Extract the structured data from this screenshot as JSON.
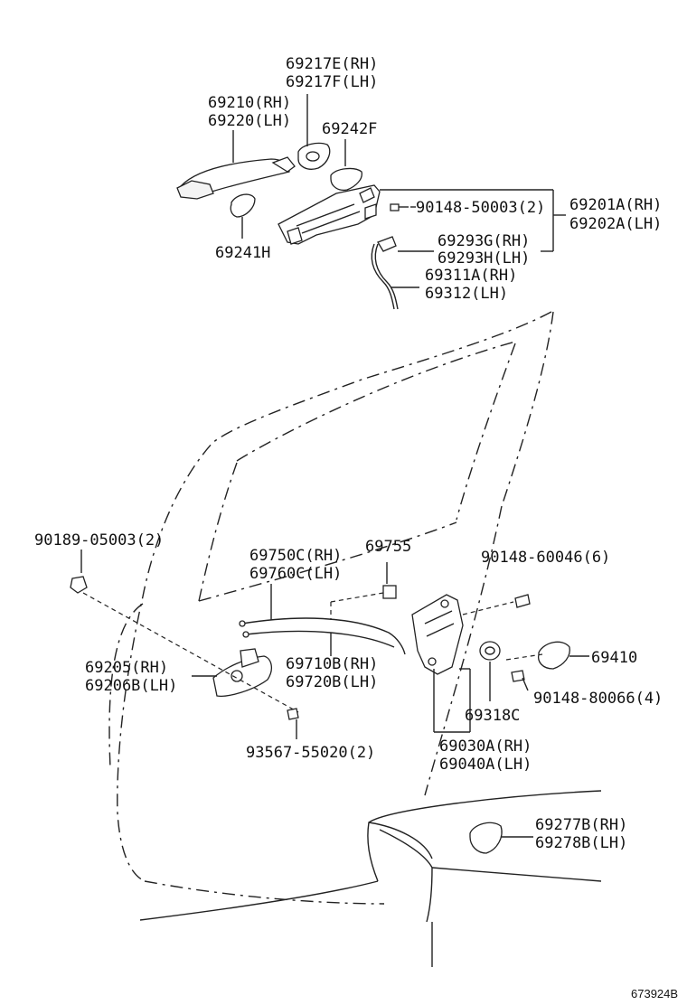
{
  "labels": {
    "p69217e": "69217E(RH)",
    "p69217f": "69217F(LH)",
    "p69210": "69210(RH)",
    "p69220": "69220(LH)",
    "p69242f": "69242F",
    "p90148_50003": "90148-50003(2)",
    "p69201a": "69201A(RH)",
    "p69202a": "69202A(LH)",
    "p69241h": "69241H",
    "p69293g": "69293G(RH)",
    "p69293h": "69293H(LH)",
    "p69311a": "69311A(RH)",
    "p69312": "69312(LH)",
    "p90189": "90189-05003(2)",
    "p69750c": "69750C(RH)",
    "p69760c": "69760C(LH)",
    "p69755": "69755",
    "p90148_60046": "90148-60046(6)",
    "p69205": "69205(RH)",
    "p69206b": "69206B(LH)",
    "p69710b": "69710B(RH)",
    "p69720b": "69720B(LH)",
    "p69410": "69410",
    "p90148_80066": "90148-80066(4)",
    "p69318c": "69318C",
    "p93567": "93567-55020(2)",
    "p69030a": "69030A(RH)",
    "p69040a": "69040A(LH)",
    "p69277b": "69277B(RH)",
    "p69278b": "69278B(LH)"
  },
  "figure_id": "673924B"
}
